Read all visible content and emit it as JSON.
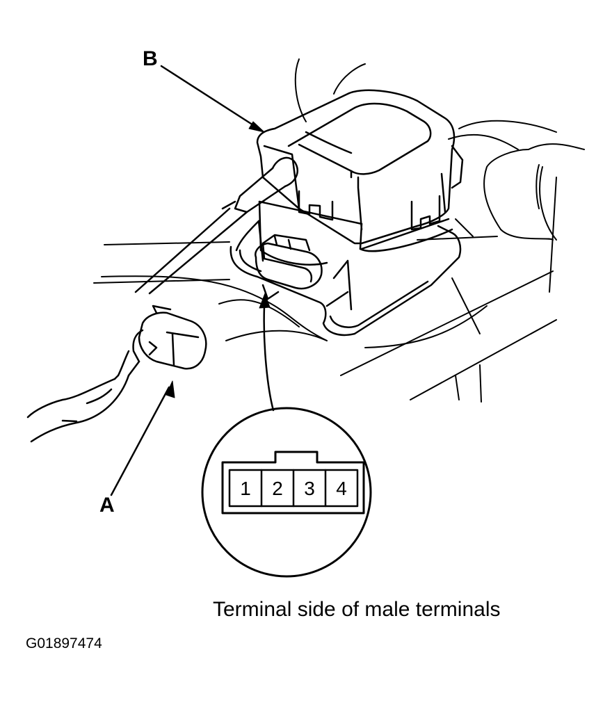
{
  "callouts": {
    "a": "A",
    "b": "B"
  },
  "connector_terminals": [
    "1",
    "2",
    "3",
    "4"
  ],
  "caption": "Terminal side of male terminals",
  "figure_code": "G01897474",
  "colors": {
    "line": "#000000",
    "background": "#ffffff"
  }
}
